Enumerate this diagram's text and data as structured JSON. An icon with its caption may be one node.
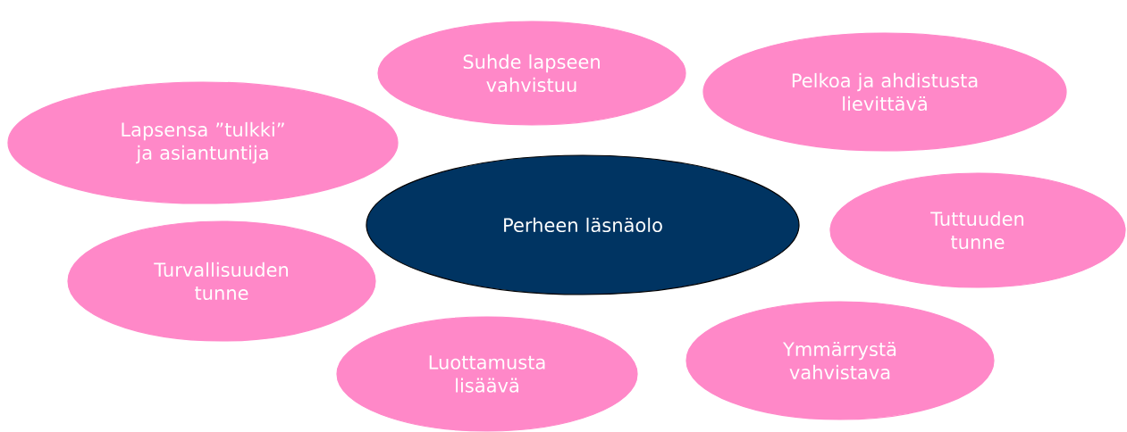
{
  "diagram": {
    "nodes": [
      {
        "text": [
          "Suhde lapseen vahvistuu"
        ]
      },
      {
        "text": [
          "Pelkoa ja ahdistusta lievittävä"
        ]
      },
      {
        "text": [
          "Lapsensa ”tulkki” ja asiantuntija"
        ]
      },
      {
        "text": [
          "Perheen läsnäolo"
        ]
      },
      {
        "text": [
          "Tuttuuden tunne"
        ]
      },
      {
        "text": [
          "Turvallisuuden tunne"
        ]
      },
      {
        "text": [
          "Ymmärrystä vahvistava"
        ]
      },
      {
        "text": [
          "Luottamusta lisäävä"
        ]
      }
    ]
  }
}
